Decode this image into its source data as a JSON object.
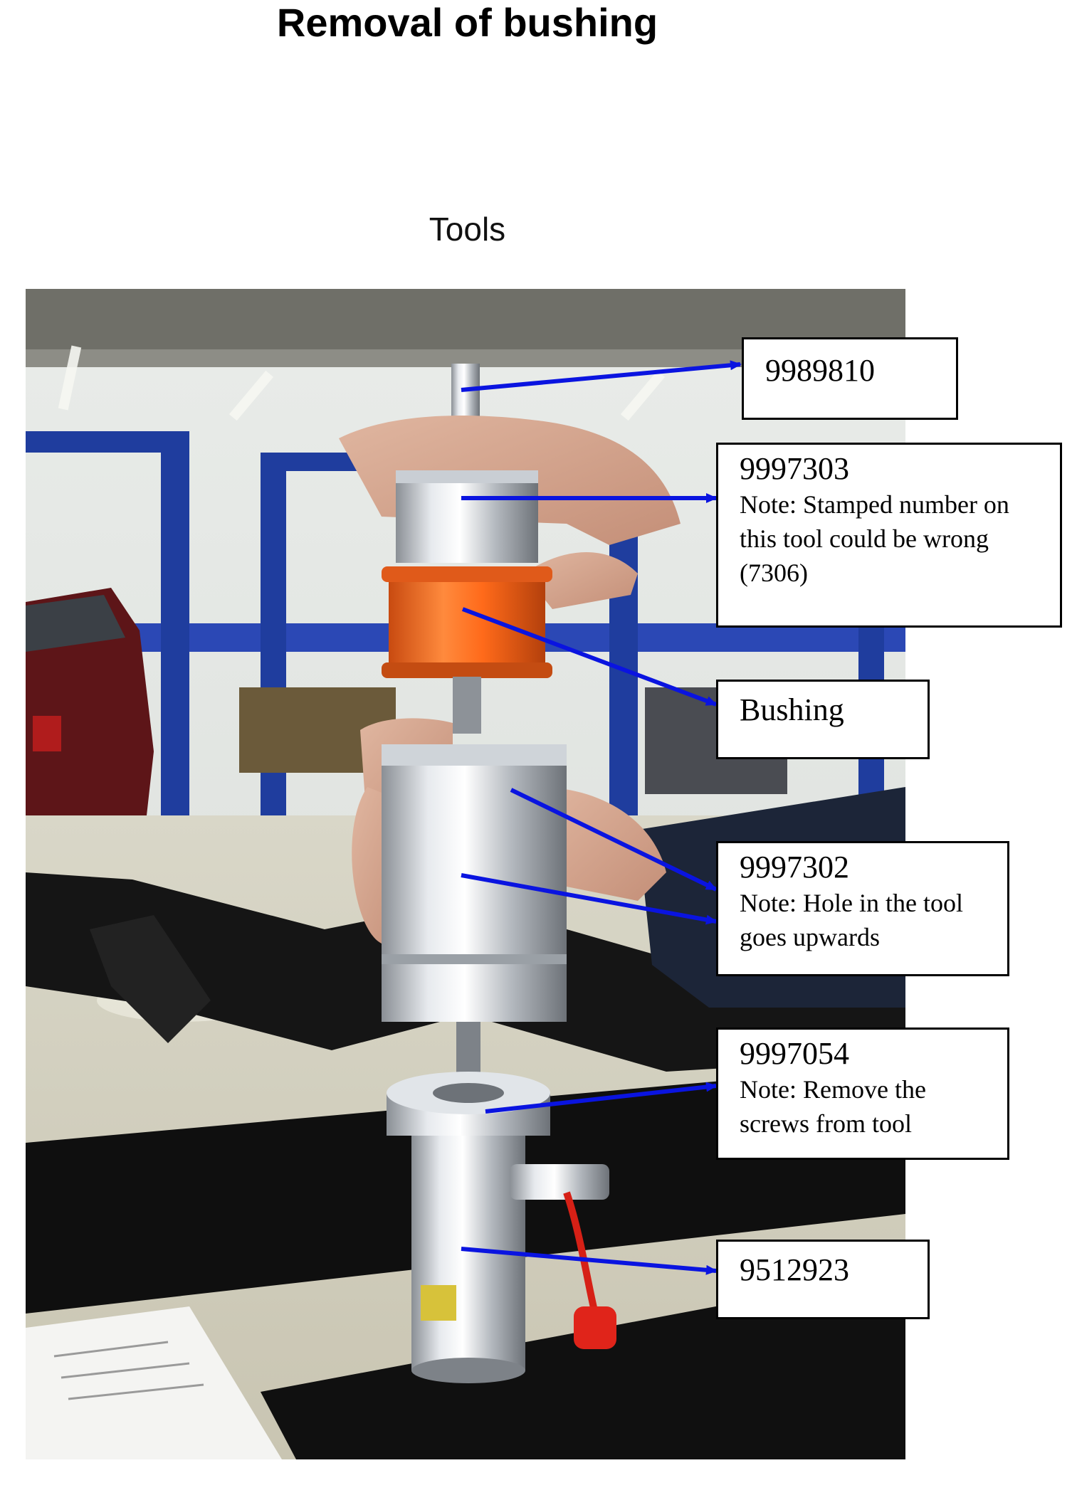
{
  "page": {
    "title": "Removal of bushing",
    "subtitle": "Tools"
  },
  "callouts": [
    {
      "number": "9989810",
      "note": ""
    },
    {
      "number": "9997303",
      "note": "Note: Stamped number on this tool could be wrong (7306)"
    },
    {
      "number": "Bushing",
      "note": ""
    },
    {
      "number": "9997302",
      "note": "Note: Hole in the tool goes upwards"
    },
    {
      "number": "9997054",
      "note": "Note: Remove the screws from tool"
    },
    {
      "number": "9512923",
      "note": ""
    }
  ],
  "colors": {
    "arrow": "#0a14e0",
    "bushing": "#ff6a1a",
    "lift_post": "#1f3d9e"
  }
}
